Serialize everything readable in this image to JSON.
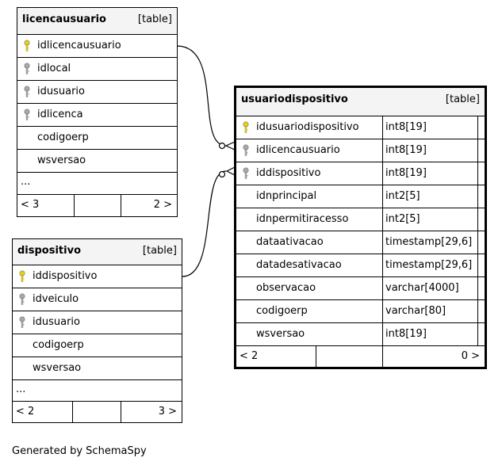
{
  "tables": {
    "licencausuario": {
      "name": "licencausuario",
      "tag": "[table]",
      "columns": [
        {
          "name": "idlicencausuario",
          "key": "primary"
        },
        {
          "name": "idlocal",
          "key": "foreign"
        },
        {
          "name": "idusuario",
          "key": "foreign"
        },
        {
          "name": "idlicenca",
          "key": "foreign"
        },
        {
          "name": "codigoerp",
          "key": "none"
        },
        {
          "name": "wsversao",
          "key": "none"
        }
      ],
      "ellipsis": "...",
      "footer": {
        "left": "< 3",
        "right": "2 >"
      }
    },
    "dispositivo": {
      "name": "dispositivo",
      "tag": "[table]",
      "columns": [
        {
          "name": "iddispositivo",
          "key": "primary"
        },
        {
          "name": "idveiculo",
          "key": "foreign"
        },
        {
          "name": "idusuario",
          "key": "foreign"
        },
        {
          "name": "codigoerp",
          "key": "none"
        },
        {
          "name": "wsversao",
          "key": "none"
        }
      ],
      "ellipsis": "...",
      "footer": {
        "left": "< 2",
        "right": "3 >"
      }
    },
    "usuariodispositivo": {
      "name": "usuariodispositivo",
      "tag": "[table]",
      "columns": [
        {
          "name": "idusuariodispositivo",
          "type": "int8[19]",
          "key": "primary"
        },
        {
          "name": "idlicencausuario",
          "type": "int8[19]",
          "key": "foreign"
        },
        {
          "name": "iddispositivo",
          "type": "int8[19]",
          "key": "foreign"
        },
        {
          "name": "idnprincipal",
          "type": "int2[5]",
          "key": "none"
        },
        {
          "name": "idnpermitiracesso",
          "type": "int2[5]",
          "key": "none"
        },
        {
          "name": "dataativacao",
          "type": "timestamp[29,6]",
          "key": "none"
        },
        {
          "name": "datadesativacao",
          "type": "timestamp[29,6]",
          "key": "none"
        },
        {
          "name": "observacao",
          "type": "varchar[4000]",
          "key": "none"
        },
        {
          "name": "codigoerp",
          "type": "varchar[80]",
          "key": "none"
        },
        {
          "name": "wsversao",
          "type": "int8[19]",
          "key": "none"
        }
      ],
      "footer": {
        "left": "< 2",
        "right": "0 >"
      }
    }
  },
  "colors": {
    "primary_key": "#e6d400",
    "foreign_key": "#a8a8a8",
    "header_bg": "#f4f4f4"
  },
  "icons": {
    "primary": "key-icon",
    "foreign": "key-icon"
  },
  "generated_by": "Generated by SchemaSpy"
}
